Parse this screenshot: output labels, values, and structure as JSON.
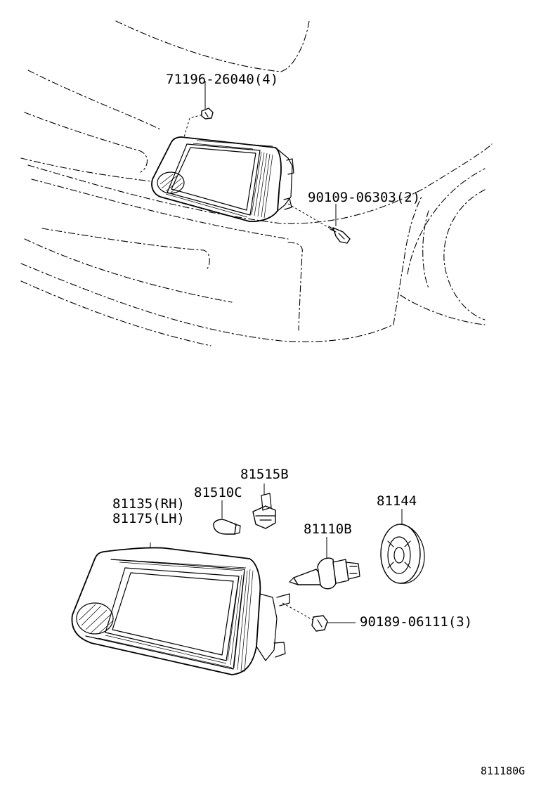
{
  "diagram": {
    "labels": {
      "clip_top": "71196-26040(4)",
      "screw_top": "90109-06303(2)",
      "bulb_socket": "81515B",
      "bulb_small": "81510C",
      "headlamp_rh": "81135(RH)",
      "headlamp_lh": "81175(LH)",
      "socket_cover": "81144",
      "halogen_bulb": "81110B",
      "nut_bottom": "90189-06111(3)",
      "figure_code": "811180G"
    }
  }
}
